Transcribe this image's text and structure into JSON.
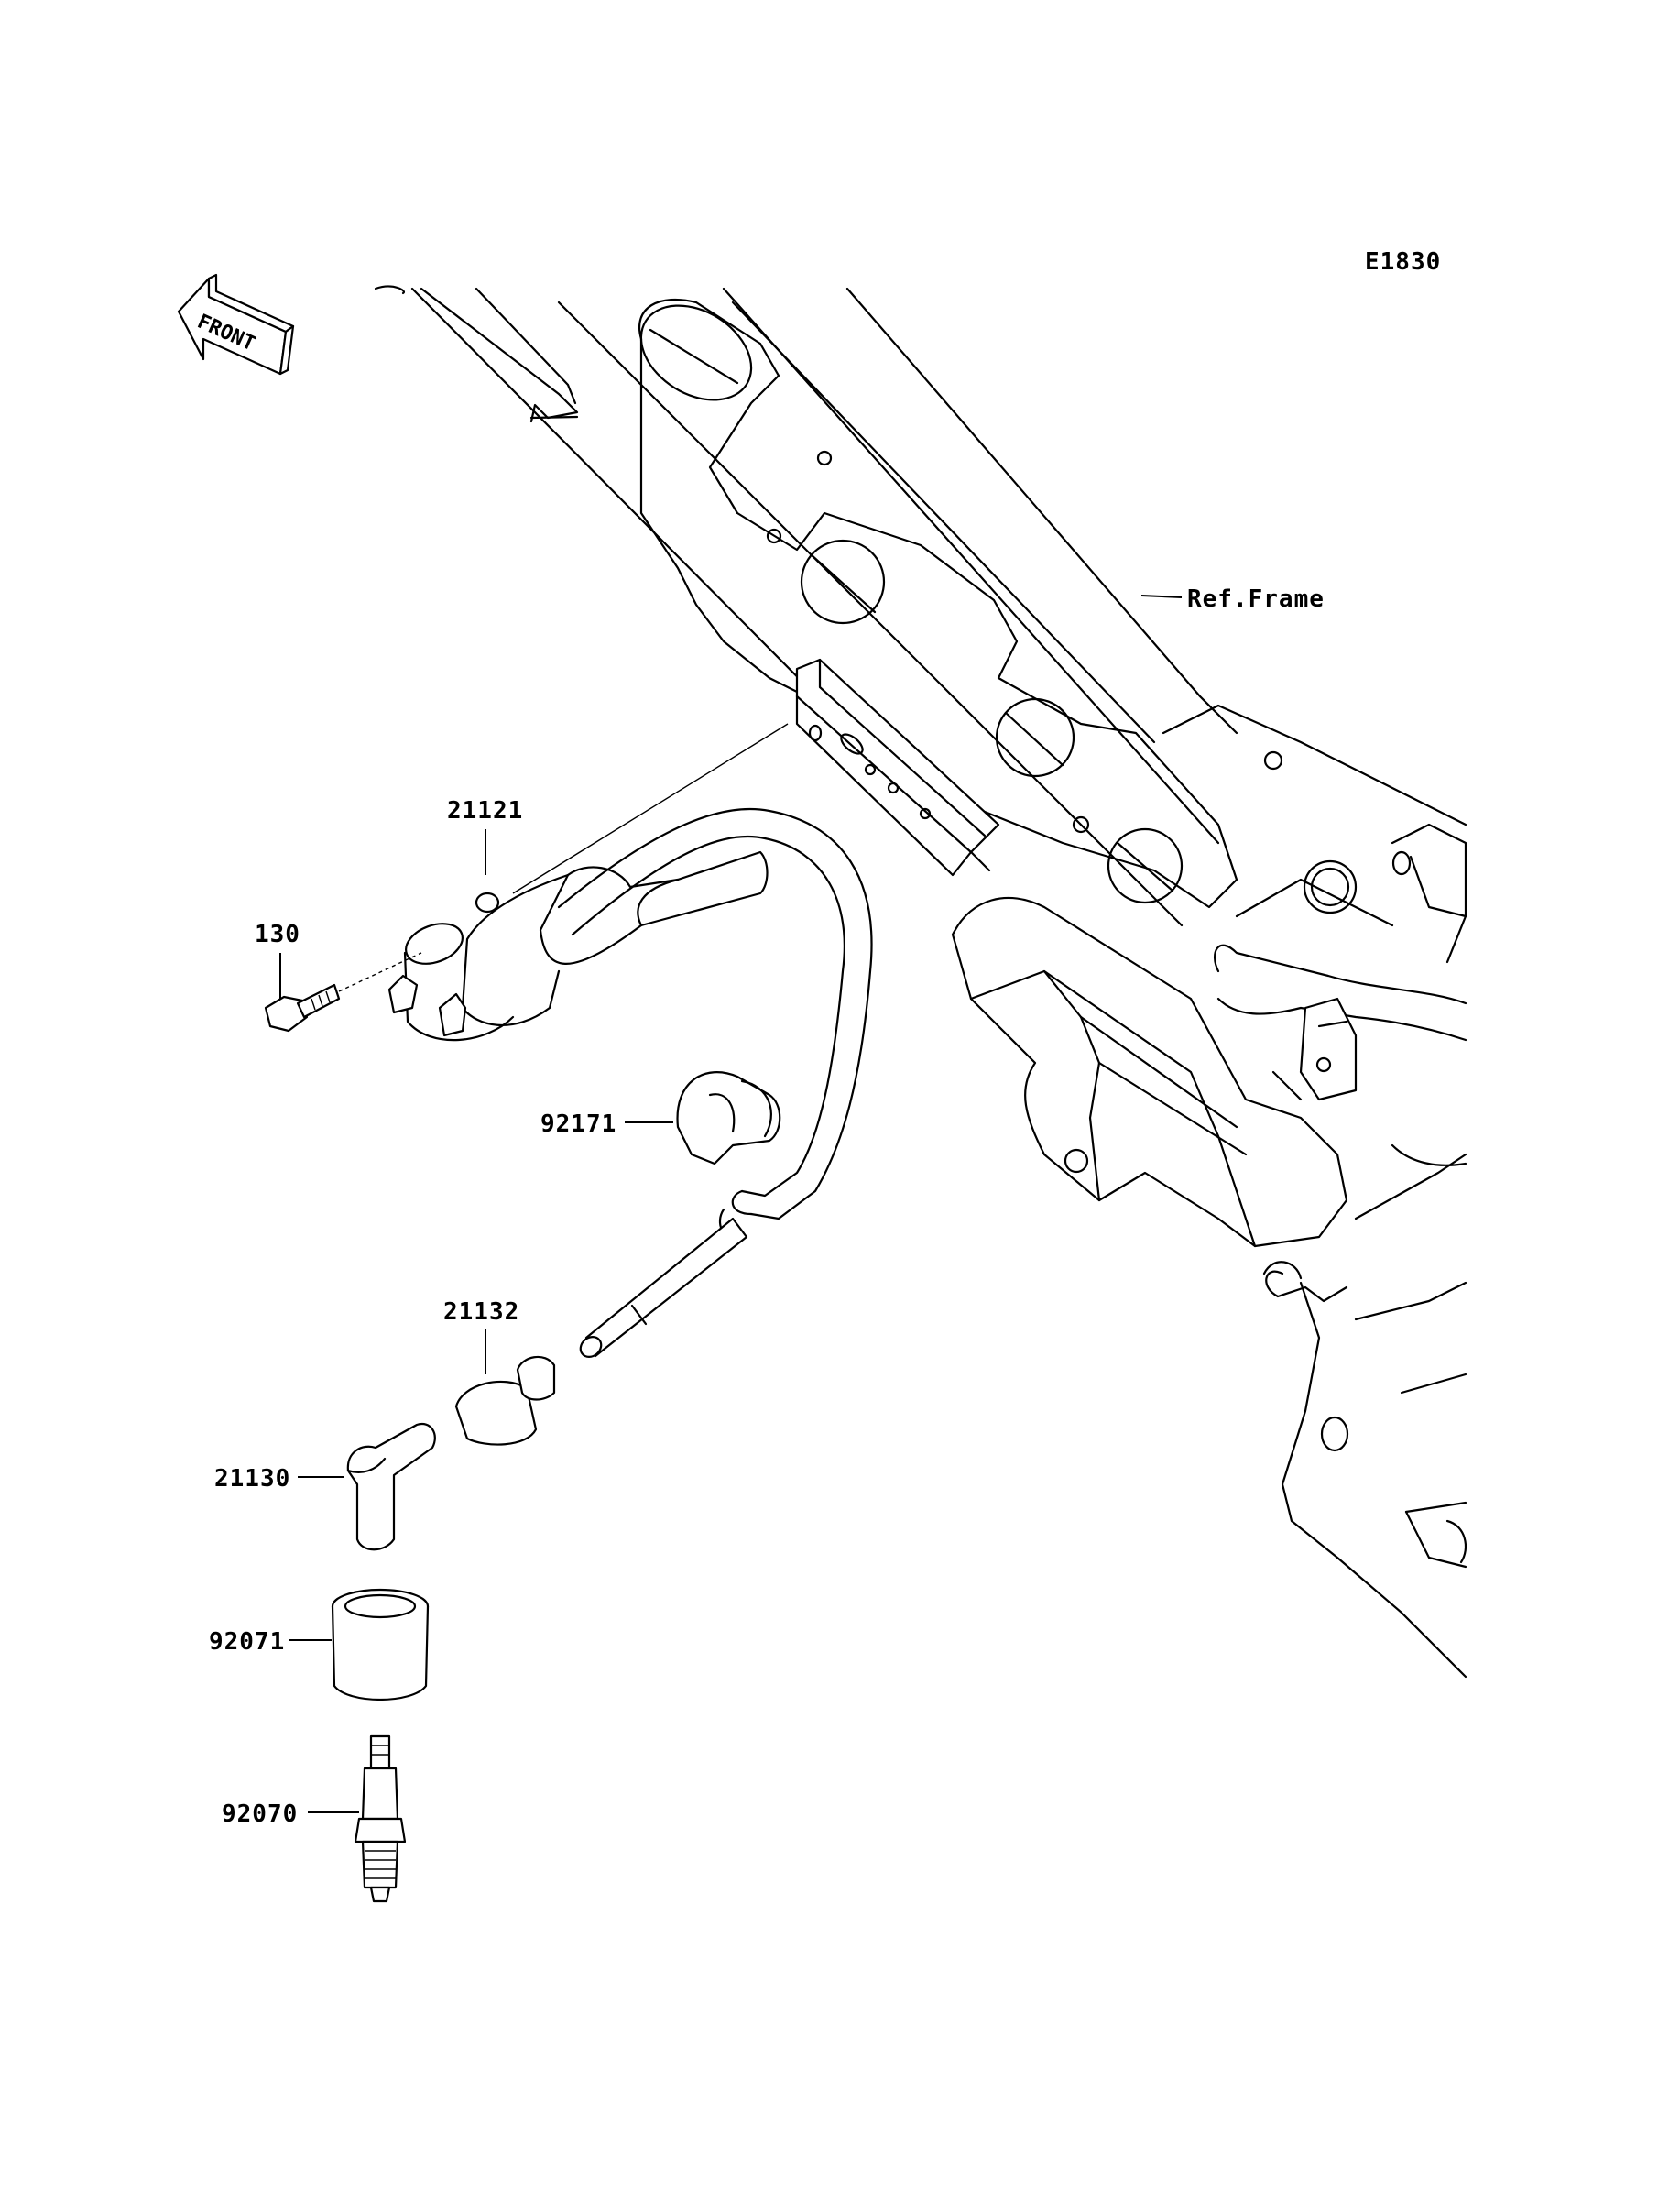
{
  "diagram_code": "E1830",
  "front_label": "FRONT",
  "parts": {
    "ref_frame": "Ref.Frame",
    "ignition_coil": "21121",
    "bolt": "130",
    "clamp": "92171",
    "cap_seal": "21132",
    "plug_cap": "21130",
    "plug_boot": "92071",
    "spark_plug": "92070"
  }
}
